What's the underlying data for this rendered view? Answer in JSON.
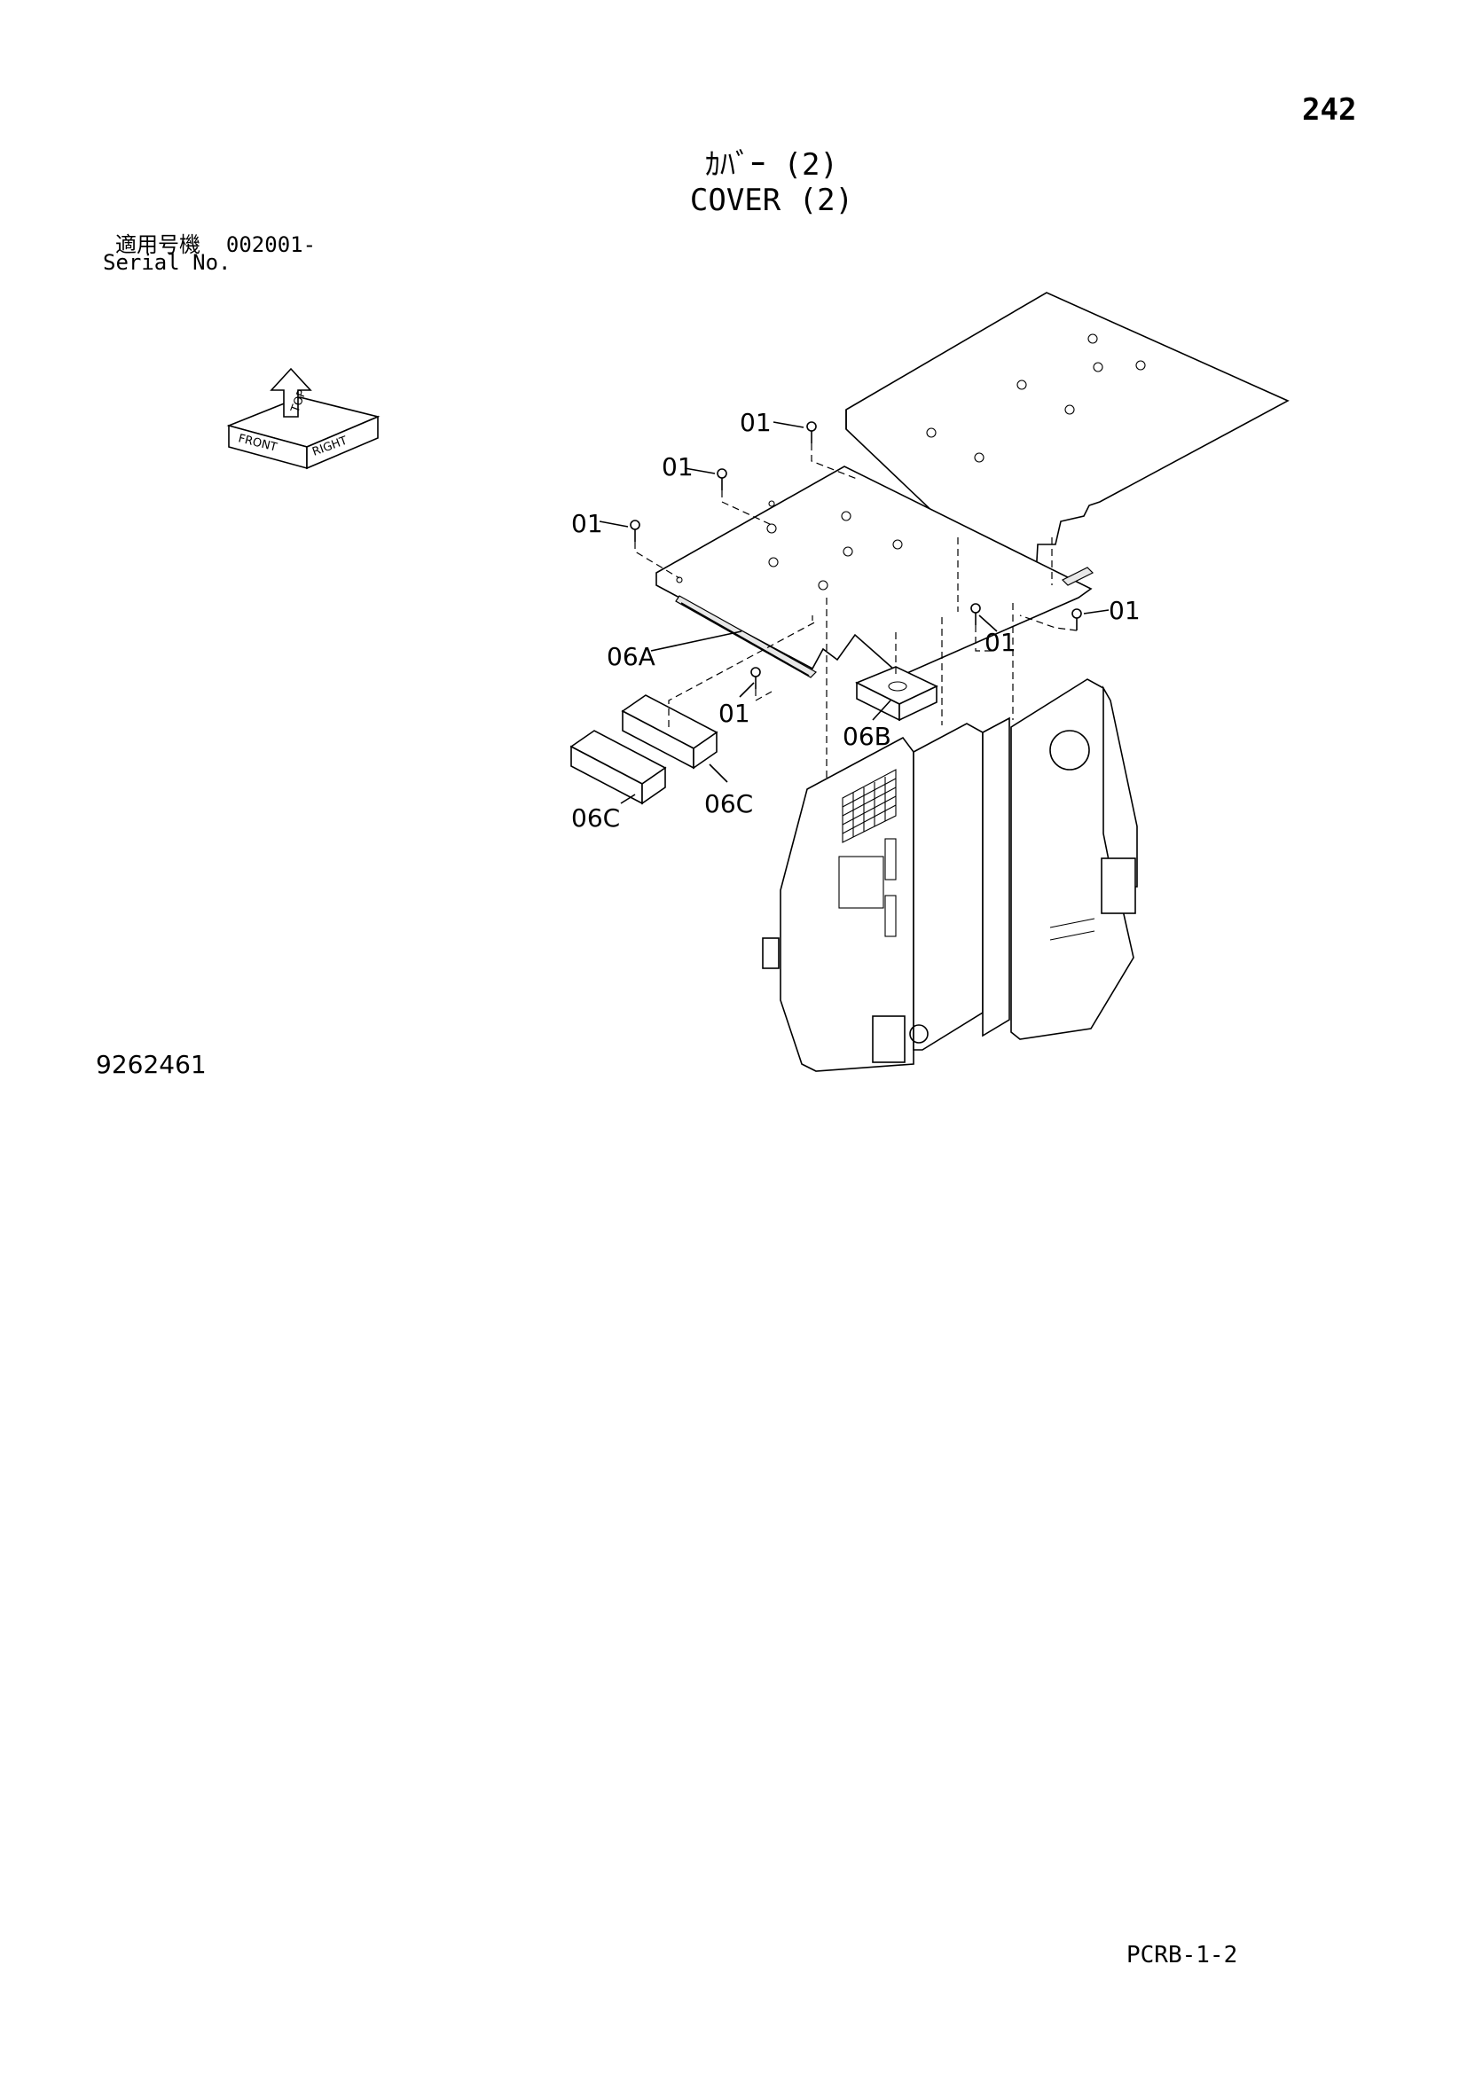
{
  "page_number": "242",
  "title_jp": "ｶﾊﾞｰ (2)",
  "title_en": "COVER (2)",
  "serial_label_jp": "適用号機",
  "serial_range": "002001-",
  "serial_label_en": "Serial No.",
  "orientation": {
    "top": "TOP",
    "front": "FRONT",
    "right": "RIGHT"
  },
  "figure_number": "9262461",
  "footer_code": "PCRB-1-2",
  "callouts": [
    "01",
    "01",
    "01",
    "01",
    "01",
    "01",
    "06A",
    "06B",
    "06C",
    "06C"
  ]
}
